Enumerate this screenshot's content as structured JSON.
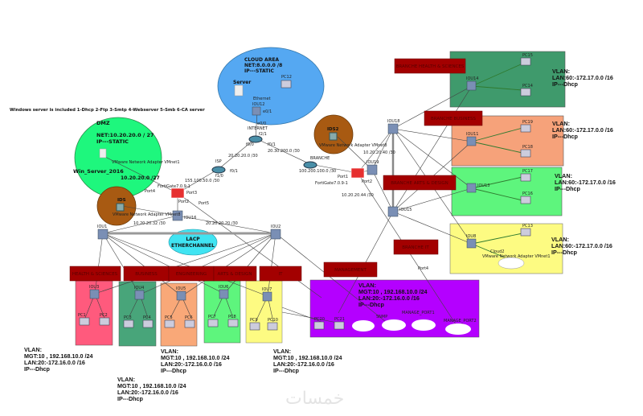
{
  "note": "Windows server is included 1-Dhcp 2-Ftp 3-Smtp 4-Webserver 5-Smb  6-CA  server",
  "cloud_area": {
    "title": "CLOUD AREA",
    "net": "NET:8.0.0.0 /8",
    "ip": "IP---STATIC",
    "server": "Server",
    "pc": "PC12",
    "ethernet": "Ethernet",
    "iface": "e0/1",
    "router": "IOU12",
    "link": "e0/0",
    "e0": "e0"
  },
  "dmz": {
    "title": "DMZ",
    "net": "NET:10.20.20.0 / 27",
    "ip": "IP---STATIC",
    "server": "Win_Server_2016",
    "adapter": "VMware Network Adapter VMnet1",
    "subnet": "10.20.20.0 /27"
  },
  "ids": {
    "label": "IDS",
    "adapter": "VMware Network Adapter VMnet8"
  },
  "ids2": {
    "label": "IDS2",
    "adapter": "VMware Network Adapter VMnet8"
  },
  "routers": {
    "internet": "INTERNET",
    "internet_if": "f2/1",
    "isp": "ISP",
    "branch": "BRANCHE",
    "l1": "20.20.20.0 /30",
    "l2": "20.30.200.0 /30",
    "l3": "155.100.50.0 /30",
    "l4": "100.200.100.0 /30",
    "f00": "f0/0",
    "f01": "f0/1",
    "f10": "f1/0",
    "f11": "f0/1"
  },
  "firewall": {
    "label": "FortiGate7.0.9-1",
    "port1": "Port1",
    "port2": "Port2",
    "port3": "Port3",
    "port4": "Port4",
    "port5": "Port5"
  },
  "firewall2": {
    "label": "FortiGate7.0.9-1",
    "port1": "Port1",
    "port2": "Port2",
    "subnet": "10.20.20.44 /30",
    "subnet2": "10.20.20.40 /30"
  },
  "core": {
    "iou16": "IOU16",
    "iou1": "IOU1",
    "iou2": "IOU2",
    "s1": "10.20.20.32 /30",
    "s2": "20.20.20.20 /30",
    "lacp": "LACP",
    "etherchannel": "ETHERCHANNEL"
  },
  "branch_core": {
    "iou18": "IOU18",
    "iou19": "IOU19",
    "iou15": "IOU15"
  },
  "branch_sections": [
    {
      "label": "BRANCHE HEALTH & SCIENCES",
      "switch": "IOU14",
      "pcs": [
        "PC15",
        "PC14"
      ],
      "vlan": "VLAN:",
      "lan": "LAN:60:-172.17.0.0  /16",
      "ip": "IP---Dhcp"
    },
    {
      "label": "BRANCHE BUSINESS",
      "switch": "IOU11",
      "pcs": [
        "PC19",
        "PC18"
      ],
      "vlan": "VLAN:",
      "lan": "LAN:60:-172.17.0.0  /16",
      "ip": "IP---Dhcp"
    },
    {
      "label": "BRANCHE ARTS & DESIGN",
      "switch": "IOU13",
      "pcs": [
        "PC17",
        "PC16"
      ],
      "vlan": "VLAN:",
      "lan": "LAN:60:-172.17.0.0  /16",
      "ip": "IP---Dhcp"
    },
    {
      "label": "BRANCHE IT",
      "switch": "IOU8",
      "pcs": [
        "PC13"
      ],
      "cloud": "Cloud2",
      "adapter": "VMware Network Adapter VMnet1",
      "vlan": "VLAN:",
      "lan": "LAN:60:-172.17.0.0  /16",
      "ip": "IP---Dhcp"
    }
  ],
  "departments": [
    {
      "label": "HEALTH & SCIENCES",
      "switch": "IOU3",
      "pcs": [
        "PC1",
        "PC2"
      ]
    },
    {
      "label": "BUSINESS",
      "switch": "IOU4",
      "pcs": [
        "PC3",
        "PC4"
      ]
    },
    {
      "label": "ENGINEERING",
      "switch": "IOU5",
      "pcs": [
        "PC5",
        "PC6"
      ]
    },
    {
      "label": "ARTS & DESIGN",
      "switch": "IOU6",
      "pcs": [
        "PC7",
        "PC8"
      ]
    },
    {
      "label": "IT",
      "switch": "IOU7",
      "pcs": [
        "PC9",
        "PC10"
      ]
    }
  ],
  "management": {
    "label": "MANAGEMENT",
    "vlan": "VLAN:",
    "mgt": "MGT:10 , 192.168.10.0 /24",
    "lan": "LAN:20:-172.16.0.0  /16",
    "ip": "IP---Dhcp",
    "port1": "MANAGE_PORT1",
    "port2": "MANAGE_PORT2",
    "snmp": "SNMP",
    "pcs": [
      "PC20",
      "PC21"
    ]
  },
  "vlan_block": {
    "vlan": "VLAN:",
    "mgt": "MGT:10 , 192.168.10.0 /24",
    "lan": "LAN:20:-172.16.0.0  /16",
    "ip": "IP---Dhcp"
  },
  "watermark": "خمسات",
  "colors": {
    "cloud": "#55a8f2",
    "dmz": "#1ef77d",
    "ids": "#a85a12",
    "label_bg": "#a30000",
    "branch1": "#3f9a6c",
    "branch2": "#f6a27a",
    "branch3": "#5ef57d",
    "branch4": "#fdfb82",
    "dept1": "#ff5a7d",
    "dept2": "#48a57a",
    "purple": "#b400ff"
  }
}
